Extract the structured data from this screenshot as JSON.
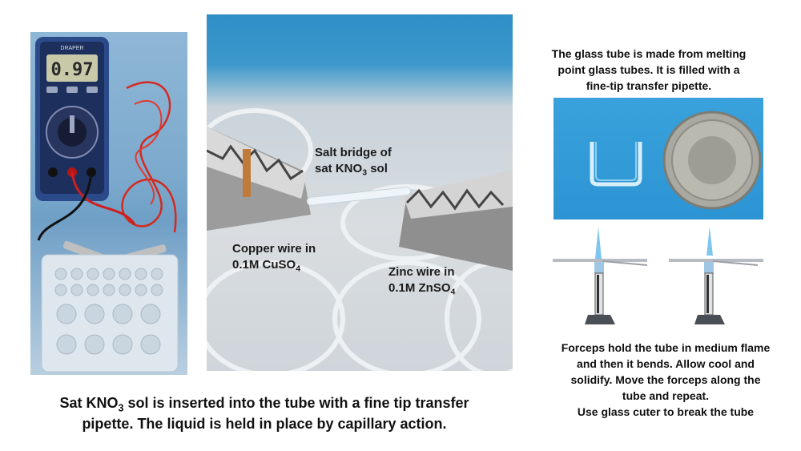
{
  "labels": {
    "salt_bridge_line1": "Salt bridge of",
    "salt_bridge_line2_pre": "sat KNO",
    "salt_bridge_line2_sub": "3",
    "salt_bridge_line2_post": " sol",
    "copper_line1": "Copper wire in",
    "copper_line2_pre": "0.1M CuSO",
    "copper_line2_sub": "4",
    "zinc_line1": "Zinc  wire in",
    "zinc_line2_pre": "0.1M ZnSO",
    "zinc_line2_sub": "4"
  },
  "meter": {
    "display": "0.97",
    "brand": "DRAPER"
  },
  "top_right_caption": {
    "line1": "The glass tube is made from melting",
    "line2": "point glass tubes. It is filled with a",
    "line3": "fine-tip transfer pipette."
  },
  "right_bottom_caption": {
    "line1": "Forceps hold the tube in medium flame",
    "line2": "and then it bends. Allow cool and",
    "line3": "solidify. Move the forceps along the",
    "line4": "tube and repeat.",
    "line5": "Use glass cuter to break the tube"
  },
  "bottom_caption": {
    "line1_pre": "Sat KNO",
    "line1_sub": "3",
    "line1_post": " sol is inserted into the tube with a fine tip transfer",
    "line2": "pipette.  The liquid is held in place by capillary action."
  }
}
